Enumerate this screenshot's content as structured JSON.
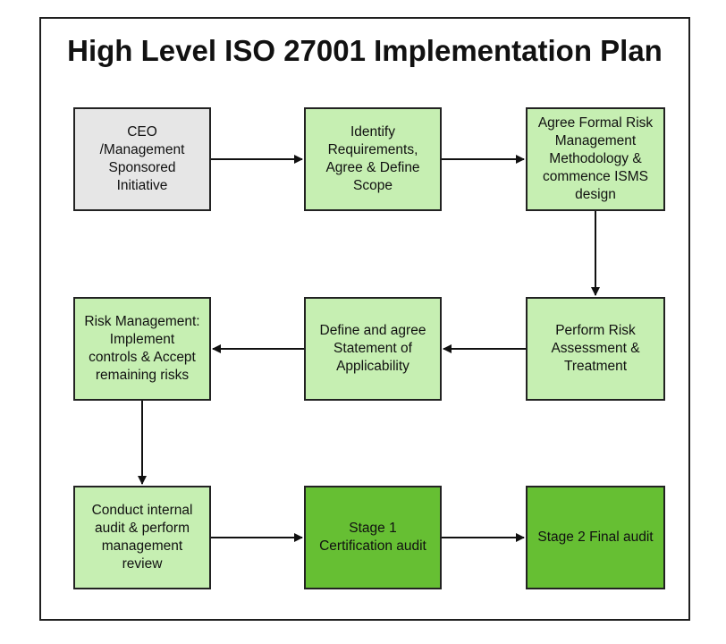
{
  "title": "High Level ISO 27001 Implementation Plan",
  "colors": {
    "gray": "#e6e6e6",
    "light_green": "#c6efb2",
    "dark_green": "#66bf33",
    "border": "#222222",
    "arrow": "#111111"
  },
  "steps": [
    {
      "label": "CEO\n/Management\nSponsored\nInitiative",
      "fill": "gray"
    },
    {
      "label": "Identify\nRequirements,\nAgree & Define\nScope",
      "fill": "light_green"
    },
    {
      "label": "Agree Formal Risk\nManagement\nMethodology &\ncommence ISMS\ndesign",
      "fill": "light_green"
    },
    {
      "label": "Perform Risk\nAssessment &\nTreatment",
      "fill": "light_green"
    },
    {
      "label": "Define and agree\nStatement of\nApplicability",
      "fill": "light_green"
    },
    {
      "label": "Risk Management:\nImplement\ncontrols  & Accept\nremaining risks",
      "fill": "light_green"
    },
    {
      "label": "Conduct internal\naudit & perform\nmanagement\nreview",
      "fill": "light_green"
    },
    {
      "label": "Stage 1\nCertification audit",
      "fill": "dark_green"
    },
    {
      "label": "Stage 2 Final audit",
      "fill": "dark_green"
    }
  ]
}
